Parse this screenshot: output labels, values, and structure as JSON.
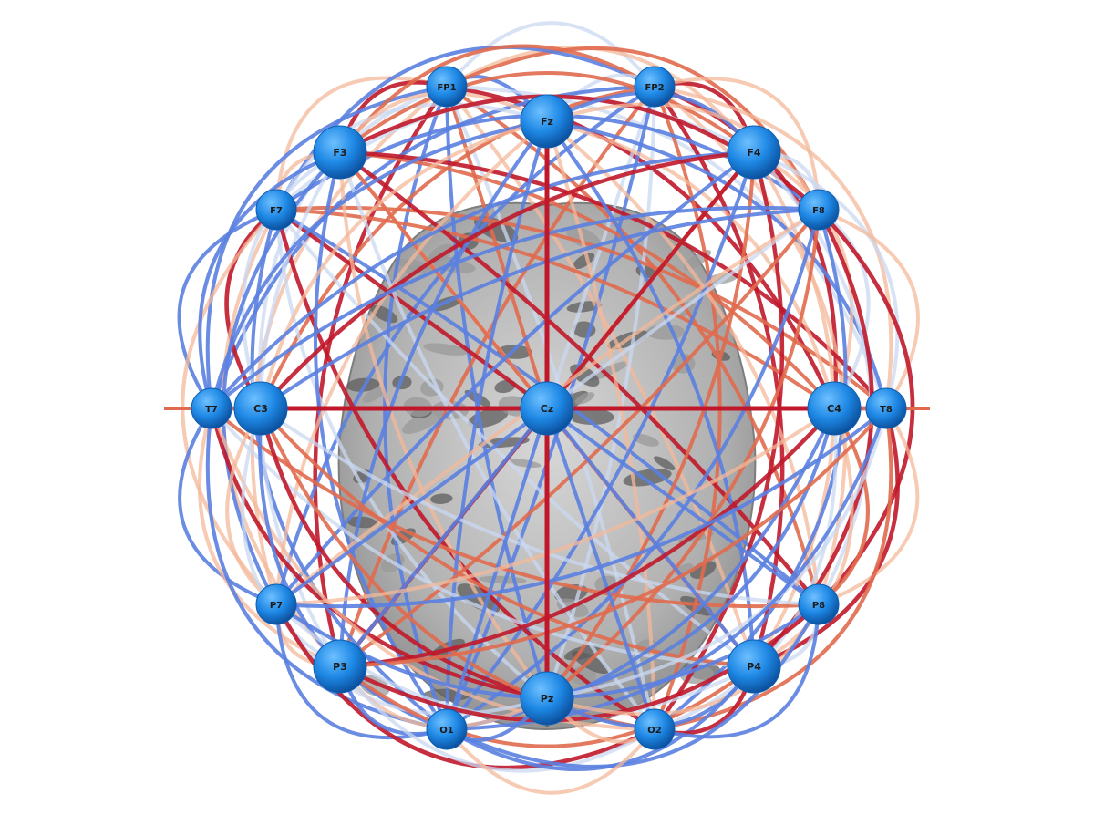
{
  "electrodes": [
    {
      "id": "FP1",
      "label": "FP1",
      "tier": "outer"
    },
    {
      "id": "FP2",
      "label": "FP2",
      "tier": "outer"
    },
    {
      "id": "F7",
      "label": "F7",
      "tier": "outer"
    },
    {
      "id": "F3",
      "label": "F3",
      "tier": "inner"
    },
    {
      "id": "Fz",
      "label": "Fz",
      "tier": "inner"
    },
    {
      "id": "F4",
      "label": "F4",
      "tier": "inner"
    },
    {
      "id": "F8",
      "label": "F8",
      "tier": "outer"
    },
    {
      "id": "T7",
      "label": "T7",
      "tier": "outer"
    },
    {
      "id": "C3",
      "label": "C3",
      "tier": "inner"
    },
    {
      "id": "Cz",
      "label": "Cz",
      "tier": "inner"
    },
    {
      "id": "C4",
      "label": "C4",
      "tier": "inner"
    },
    {
      "id": "T8",
      "label": "T8",
      "tier": "outer"
    },
    {
      "id": "P7",
      "label": "P7",
      "tier": "outer"
    },
    {
      "id": "P3",
      "label": "P3",
      "tier": "inner"
    },
    {
      "id": "Pz",
      "label": "Pz",
      "tier": "inner"
    },
    {
      "id": "P4",
      "label": "P4",
      "tier": "inner"
    },
    {
      "id": "P8",
      "label": "P8",
      "tier": "outer"
    },
    {
      "id": "O1",
      "label": "O1",
      "tier": "outer"
    },
    {
      "id": "O2",
      "label": "O2",
      "tier": "outer"
    }
  ],
  "colors": {
    "node": "#1e88e5",
    "node_highlight": "#6ec0ff",
    "brain": "#b8b8b8",
    "strong_positive": "#c0182a",
    "positive": "#e06a4e",
    "weak_positive": "#f4b89a",
    "weak_negative": "#c9d8f2",
    "negative": "#5a7fe0"
  }
}
